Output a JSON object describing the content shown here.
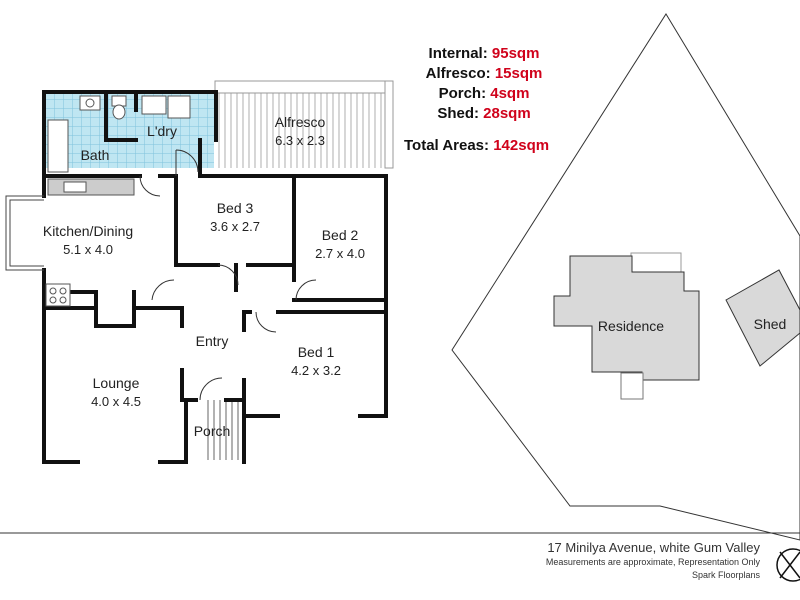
{
  "areas": {
    "internal": {
      "label": "Internal:",
      "value": "95sqm"
    },
    "alfresco": {
      "label": "Alfresco:",
      "value": "15sqm"
    },
    "porch": {
      "label": "Porch:",
      "value": "4sqm"
    },
    "shed": {
      "label": "Shed:",
      "value": "28sqm"
    },
    "total": {
      "label": "Total Areas:",
      "value": "142sqm"
    }
  },
  "rooms": {
    "alfresco": {
      "name": "Alfresco",
      "dims": "6.3 x 2.3"
    },
    "bath": {
      "name": "Bath"
    },
    "laundry": {
      "name": "L'dry"
    },
    "kitchen": {
      "name": "Kitchen/Dining",
      "dims": "5.1 x 4.0"
    },
    "bed3": {
      "name": "Bed 3",
      "dims": "3.6 x 2.7"
    },
    "bed2": {
      "name": "Bed 2",
      "dims": "2.7 x 4.0"
    },
    "entry": {
      "name": "Entry"
    },
    "bed1": {
      "name": "Bed 1",
      "dims": "4.2 x 3.2"
    },
    "lounge": {
      "name": "Lounge",
      "dims": "4.0 x 4.5"
    },
    "porch": {
      "name": "Porch"
    }
  },
  "site": {
    "residence": "Residence",
    "shed": "Shed"
  },
  "footer": {
    "address": "17 Minilya Avenue, white Gum Valley",
    "disclaimer": "Measurements are approximate, Representation Only",
    "brand": "Spark Floorplans"
  },
  "colors": {
    "wall": "#111111",
    "wet_area": "#bfe6f2",
    "tile_line": "#7fc3dc",
    "building_fill": "#d9d9d9",
    "accent_value": "#d0021b"
  },
  "icons": [
    "compass-icon"
  ]
}
